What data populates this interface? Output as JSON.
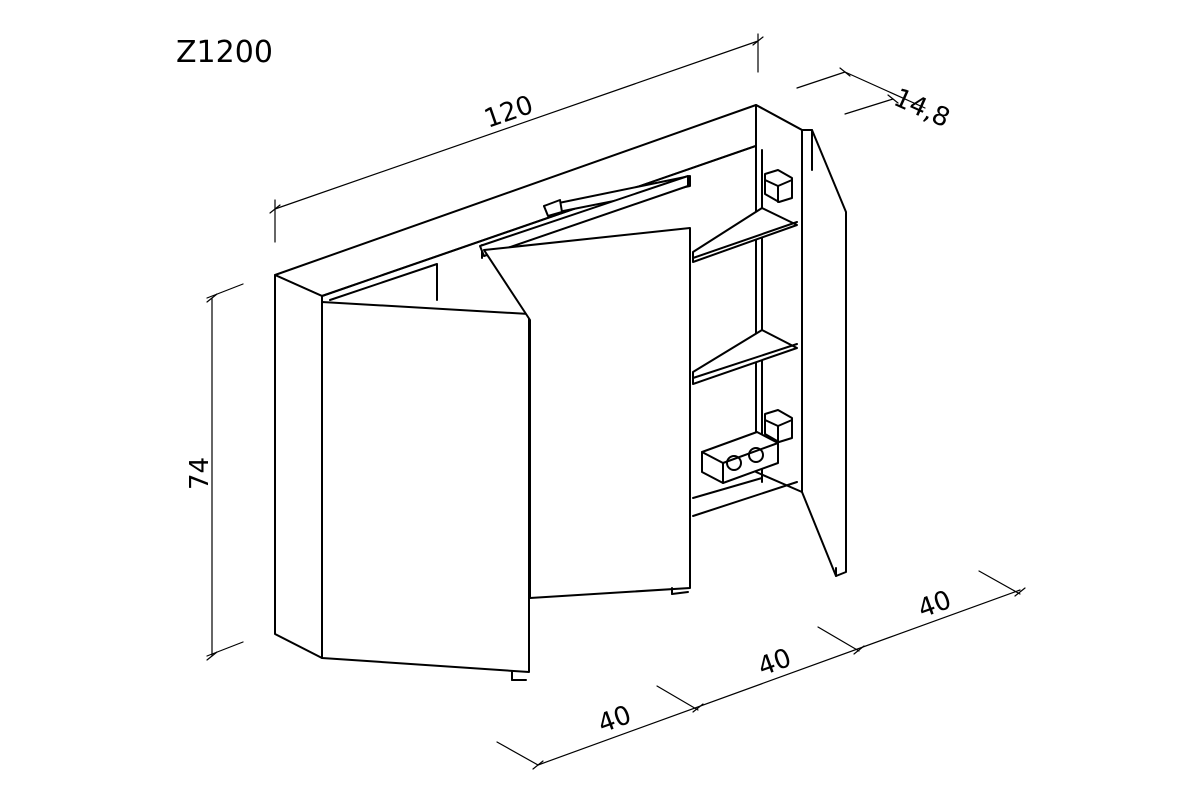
{
  "model": "Z1200",
  "dimensions": {
    "width": "120",
    "depth": "14,8",
    "height": "74",
    "door_1": "40",
    "door_2": "40",
    "door_3": "40"
  }
}
